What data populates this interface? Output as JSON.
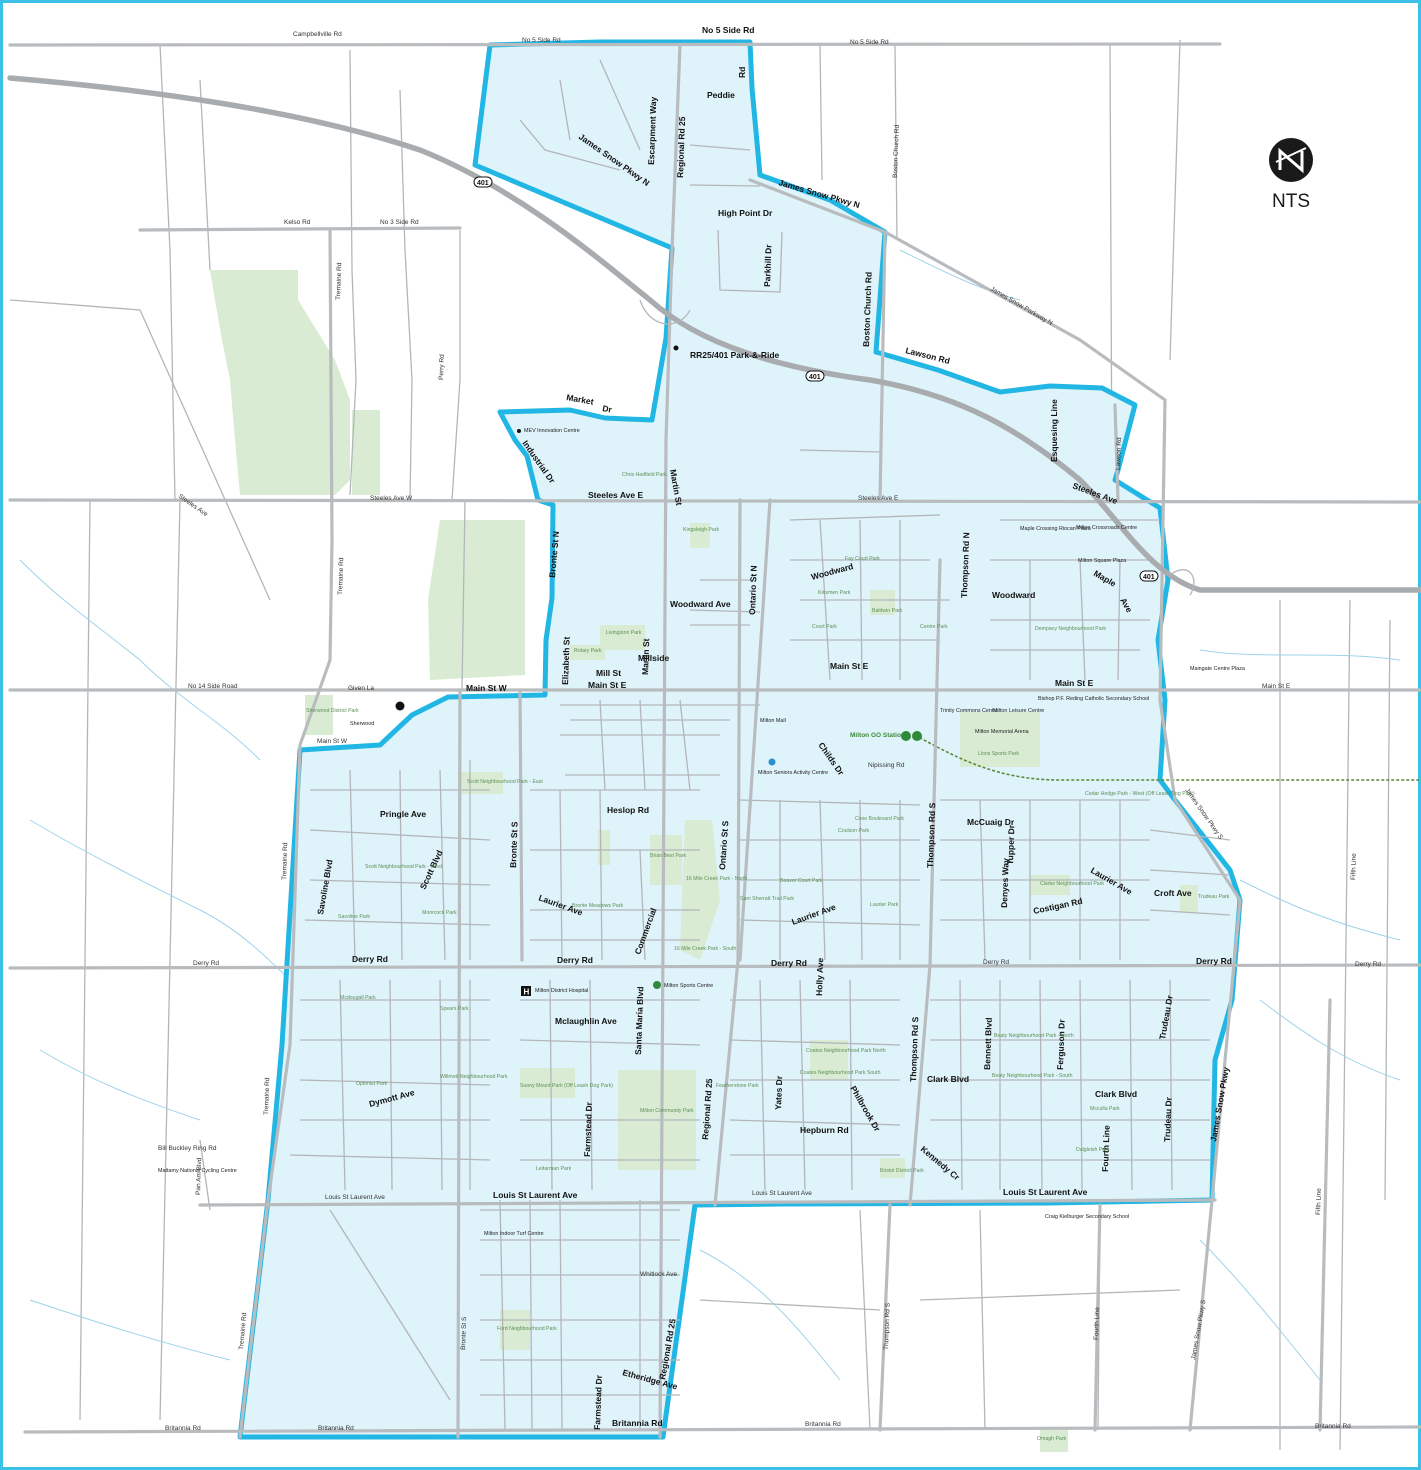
{
  "legend": {
    "scale_note": "NTS",
    "north_icon": "north-arrow-icon"
  },
  "colors": {
    "zone_fill": "#dff3fa",
    "zone_outline": "#21b6e3",
    "park": "#d9ecd3",
    "road": "#b9bcbf",
    "rail": "#5c8a3a"
  },
  "roads": {
    "campbellville": "Campbellville Rd",
    "no5_a": "No 5 Side Rd",
    "no5_b": "No 5 Side Rd",
    "no5_c": "No 5 Side Rd",
    "kelso": "Kelso Rd",
    "no3": "No 3 Side Rd",
    "peddie": "Peddie",
    "peddie_rd": "Rd",
    "escarpment": "Escarpment Way",
    "jsp_n": "James Snow Pkwy N",
    "rr25_n": "Regional Rd 25",
    "jsp_n2": "James Snow Pkwy N",
    "high_point": "High Point Dr",
    "parkhill": "Parkhill Dr",
    "boston_church": "Boston Church Rd",
    "jsp_parkway": "James Snow Parkway N",
    "lawson": "Lawson Rd",
    "market": "Market",
    "market_dr": "Dr",
    "industrial": "Industrial Dr",
    "martin_n": "Martin St",
    "esquesing": "Esquesing Line",
    "steeles_w": "Steeles Ave W",
    "steeles_e": "Steeles Ave E",
    "steeles_e2": "Steeles Ave E",
    "steeles_ne": "Steeles Ave",
    "steeles_sw": "Steeles Ave",
    "bronte_n": "Bronte St N",
    "ontario_n": "Ontario St N",
    "thompson_n": "Thompson Rd N",
    "woodward": "Woodward Ave",
    "woodward2": "Woodward",
    "woodward3": "Woodward",
    "maple": "Maple",
    "maple_ave": "Ave",
    "elizabeth": "Elizabeth St",
    "martin": "Martin St",
    "millside": "Millside",
    "mill": "Mill St",
    "main_e": "Main St E",
    "main_e2": "Main St E",
    "main_e3": "Main St E",
    "main_e_mid": "Main St E",
    "main_w": "Main St W",
    "main_w2": "Main St W",
    "no14": "No 14 Side Road",
    "given": "Given La",
    "childs": "Childs Dr",
    "nipissing": "Nipissing Rd",
    "pringle": "Pringle Ave",
    "savoline": "Savoline Blvd",
    "scott": "Scott Blvd",
    "bronte_s": "Bronte St S",
    "heslop": "Heslop Rd",
    "ontario_s": "Ontario St S",
    "thompson_s": "Thompson Rd S",
    "mccuaig": "McCuaig Dr",
    "tupper": "Tupper Dr",
    "laurier": "Laurier Ave",
    "laurier_w": "Laurier Ave",
    "laurier_m": "Laurier Ave",
    "croft": "Croft Ave",
    "denyes": "Denyes Way",
    "costigan": "Costigan Rd",
    "derry_w": "Derry Rd",
    "derry_a": "Derry Rd",
    "derry_b": "Derry Rd",
    "derry_c": "Derry Rd",
    "derry_d": "Derry Rd",
    "derry_e": "Derry Rd",
    "derry_f": "Derry Rd",
    "commercial": "Commercial",
    "holly": "Holly Ave",
    "mclaughlin": "Mclaughlin Ave",
    "santa_maria": "Santa Maria Blvd",
    "rr25_s": "Regional Rd 25",
    "yates": "Yates Dr",
    "thompson_s2": "Thompson Rd S",
    "bennett": "Bennett Blvd",
    "ferguson": "Ferguson Dr",
    "fourth_line": "Fourth Line",
    "trudeau": "Trudeau Dr",
    "trudeau2": "Trudeau Dr",
    "jsp_s": "James Snow Pkwy",
    "jsp_s2": "James Snow Pkwy S",
    "jsp_s3": "James Snow Pkwy S",
    "clark": "Clark Blvd",
    "clark2": "Clark Blvd",
    "dymott": "Dymott Ave",
    "farmstead": "Farmstead Dr",
    "farmstead2": "Farmstead Dr",
    "philbrook": "Philbrook Dr",
    "hepburn": "Hepburn Rd",
    "kennedy": "Kennedy Cr",
    "louis_w": "Louis St Laurent Ave",
    "louis_m": "Louis St Laurent Ave",
    "louis_c": "Louis St Laurent Ave",
    "louis_e": "Louis St Laurent Ave",
    "tremaine_a": "Tremaine Rd",
    "tremaine_b": "Tremaine Rd",
    "tremaine_c": "Tremaine Rd",
    "tremaine_d": "Tremaine Rd",
    "tremaine_e": "Tremaine Rd",
    "fifth_line": "Fifth Line",
    "fifth_line2": "Fifth Line",
    "thompson_far": "Thompson Rd S",
    "fourth_far": "Fourth Line",
    "etheridge": "Etheridge Ave",
    "rr25_far": "Regional Rd 25",
    "britannia_a": "Britannia Rd",
    "britannia_b": "Britannia Rd",
    "britannia_c": "Britannia Rd",
    "britannia_d": "Britannia Rd",
    "bronte_far": "Bronte St S",
    "whitlock": "Whitlock Ave",
    "boston_church_s": "Boston Church Rd",
    "lawson_s": "Lawson Rd",
    "perry": "Perry Rd",
    "bill_buckley": "Bill Buckley Ring Rd",
    "pan_am": "Pan Am Blvd"
  },
  "places": {
    "park_ride": "RR25/401 Park-&-Ride",
    "mev": "MEV Innovation Centre",
    "milton_go": "Milton GO Station",
    "milton_mall": "Milton Mall",
    "hospital": "Milton District Hospital",
    "sports_centre": "Milton Sports Centre",
    "seniors": "Milton Seniors Activity Centre",
    "memorial_arena": "Milton Memorial Arena",
    "leisure": "Milton Leisure Centre",
    "trinity": "Trinity Commons Centre",
    "sherwood": "Sherwood",
    "mattamy": "Mattamy National Cycling Centre",
    "maple_crossing": "Maple Crossing Riocan Plaza",
    "milton_crossroads": "Milton Crossroads Centre",
    "milton_square": "Milton Square Plaza",
    "maingate": "Maingate Centre Plaza",
    "indoor_turf": "Milton Indoor Turf Centre",
    "craig_kielburger": "Craig Kielburger Secondary School",
    "bishop_reding": "Bishop P.F. Reding Catholic Secondary School"
  },
  "parks": {
    "livingston": "Livingston Park",
    "rotary": "Rotary Park",
    "scott_west": "Scott Neighbourhood Park - West",
    "scott_east": "Scott Neighbourhood Park - East",
    "savoline": "Savoline Park",
    "moorcock": "Moorcock Park",
    "brian_best": "Brian Best Park",
    "sixteen_north": "16 Mile Creek Park - North",
    "sixteen_south": "16 Mile Creek Park - South",
    "bronte_meadows": "Bronte Meadows Park",
    "lions": "Lions Sports Park",
    "sam_sherratt": "Sam Sherratt Trail Park",
    "coxe": "Coxe Boulevard Park",
    "coulson": "Coulson Park",
    "beaver_court": "Beaver Court Park",
    "laurier_park": "Laurier Park",
    "clarke_north": "Clarke Neighbourhood Park",
    "dempsey": "Dempsey Neighbourhood Park",
    "kinsmen": "Kinsmen Park",
    "baldwin": "Baldwin Park",
    "court": "Court Park",
    "centre": "Centre Park",
    "fay_court": "Fay Court Park",
    "mcdougall": "Mcdougall Park",
    "spears": "Spears Park",
    "willmott": "Willmott Neighbourhood Park",
    "optimist": "Optimist Park",
    "sunny_mount": "Sunny Mount Park (Off Leash Dog Park)",
    "community": "Milton Community Park",
    "leitarman": "Leitarman Park",
    "featherstone": "Featherstone Park",
    "coates_north": "Coates Neighbourhood Park North",
    "coates_south": "Coates Neighbourhood Park South",
    "beaty_north": "Beaty Neighbourhood Park - North",
    "beaty_south": "Beaty Neighbourhood Park - South",
    "bristol": "Bristol District Park",
    "ford": "Ford Neighbourhood Park",
    "omagh": "Omagh Park",
    "cedar_hedge": "Cedar Hedge Park - West (Off Leash Dog Park)",
    "trudeau_park": "Trudeau Park",
    "sherwood_district": "Sherwood District Park",
    "kingsleigh": "Kingsleigh Park",
    "chris_hadfield": "Chris Hadfield Park",
    "mcculla": "Mcculla Park",
    "dalgleish": "Dalgleish Park"
  }
}
